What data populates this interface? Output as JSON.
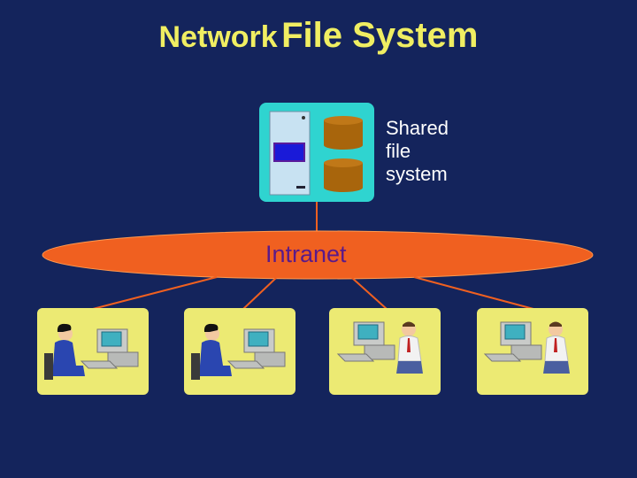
{
  "title": {
    "word1": "Network",
    "word2": "File System"
  },
  "server": {
    "caption": "Shared\nfile\nsystem"
  },
  "network": {
    "label": "Intranet"
  },
  "workstations": [
    {
      "user": "woman"
    },
    {
      "user": "woman"
    },
    {
      "user": "man"
    },
    {
      "user": "man"
    }
  ],
  "colors": {
    "background": "#14245c",
    "title": "#f0ee62",
    "network": "#f06020",
    "server_panel": "#2fd4d0",
    "disk": "#a8650c",
    "card": "#ecea73",
    "link": "#f06020"
  }
}
